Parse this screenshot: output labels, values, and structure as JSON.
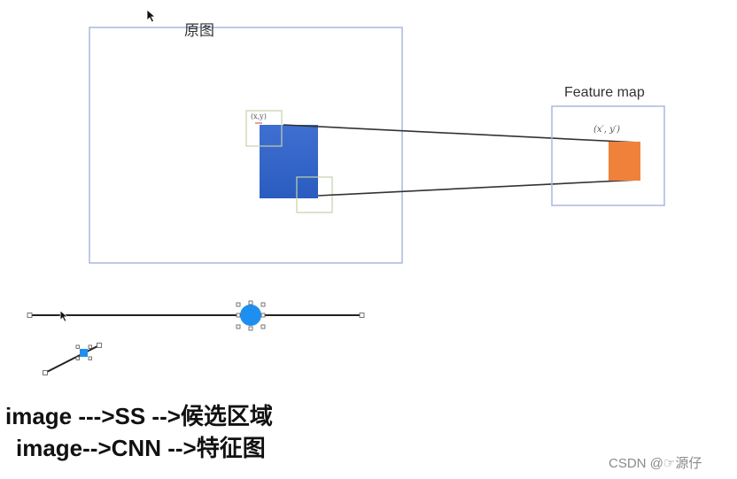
{
  "original": {
    "label": "原图",
    "coord_label": "(x,y)"
  },
  "feature_map": {
    "label": "Feature map",
    "coord_label": "(x′, y′)"
  },
  "caption": {
    "line1": "image --->SS -->候选区域",
    "line2": "image-->CNN -->特征图"
  },
  "watermark": "CSDN @☞源仔",
  "colors": {
    "frame": "#a9b9dd",
    "roi_blue": "#3366cc",
    "feature_orange": "#f0813a",
    "small_box": "#c3d3a8",
    "handle_blue": "#1e8ff0",
    "lines": "#333333"
  },
  "icons": [
    "cursor-arrow-icon",
    "slider-handle-icon"
  ]
}
